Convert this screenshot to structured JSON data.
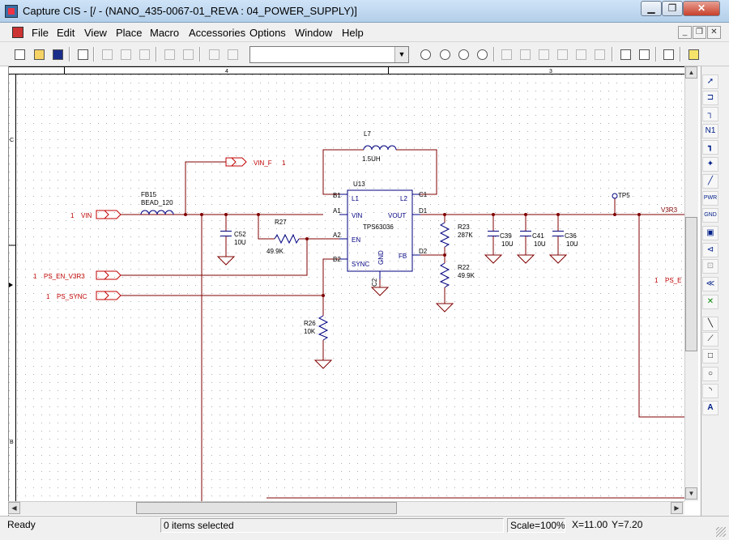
{
  "window": {
    "title": "Capture CIS - [/ - (NANO_435-0067-01_REVA : 04_POWER_SUPPLY)]"
  },
  "menu": [
    "File",
    "Edit",
    "View",
    "Place",
    "Macro",
    "Accessories",
    "Options",
    "Window",
    "Help"
  ],
  "toolbar": {
    "buttons": [
      "new-icon",
      "open-icon",
      "save-icon",
      "print-icon",
      "cut-icon",
      "copy-icon",
      "paste-icon",
      "undo-icon",
      "redo-icon",
      "page-icon",
      "page-icon",
      "zoom-in-icon",
      "zoom-out-icon",
      "zoom-area-icon",
      "zoom-all-icon",
      "unknown-icon",
      "part-icon",
      "drc-icon",
      "bom-icon",
      "netlist-icon",
      "select-icon",
      "hierarchy-icon",
      "tree-icon",
      "help-icon"
    ],
    "combo_value": ""
  },
  "palette": {
    "labels": [
      "",
      "",
      "",
      "N1",
      "",
      "",
      "",
      "PWR",
      "GND",
      "",
      "",
      "",
      "",
      "",
      "",
      "",
      "",
      "",
      "",
      "",
      "A"
    ]
  },
  "ruler": {
    "top": [
      "4",
      "3"
    ],
    "left": [
      "C",
      "B"
    ]
  },
  "schematic": {
    "ports": {
      "vin_f": "VIN_F",
      "vin_f_num": "1",
      "vin": "VIN",
      "vin_num": "1",
      "ps_en": "PS_EN_V3R3",
      "ps_en_num": "1",
      "ps_sync": "PS_SYNC",
      "ps_sync_num": "1",
      "ps_e": "PS_E",
      "ps_e_num": "1"
    },
    "components": {
      "l7_ref": "L7",
      "l7_val": "1.5UH",
      "fb15_ref": "FB15",
      "fb15_val": "BEAD_120",
      "c52_ref": "C52",
      "c52_val": "10U",
      "r27_ref": "R27",
      "r27_val": "49.9K",
      "r26_ref": "R26",
      "r26_val": "10K",
      "u13_ref": "U13",
      "u13_part": "TPS63036",
      "r23_ref": "R23",
      "r23_val": "287K",
      "r22_ref": "R22",
      "r22_val": "49.9K",
      "c39_ref": "C39",
      "c39_val": "10U",
      "c41_ref": "C41",
      "c41_val": "10U",
      "c36_ref": "C36",
      "c36_val": "10U",
      "tp5_ref": "TP5"
    },
    "pins": {
      "b1": "B1",
      "c1": "C1",
      "a1": "A1",
      "d1": "D1",
      "a2": "A2",
      "b2": "B2",
      "d2": "D2",
      "c2": "C2",
      "l1": "L1",
      "l2": "L2",
      "vin": "VIN",
      "vout": "VOUT",
      "en": "EN",
      "sync": "SYNC",
      "fb": "FB",
      "gnd": "GND"
    },
    "nets": {
      "v3r3": "V3R3"
    }
  },
  "status": {
    "ready": "Ready",
    "selected": "0 items selected",
    "scale": "Scale=100%",
    "x": "X=11.00",
    "y": "Y=7.20"
  },
  "colors": {
    "wire": "#800000",
    "part": "#000080",
    "port": "#c00000",
    "grid": "#aaaaaa"
  }
}
